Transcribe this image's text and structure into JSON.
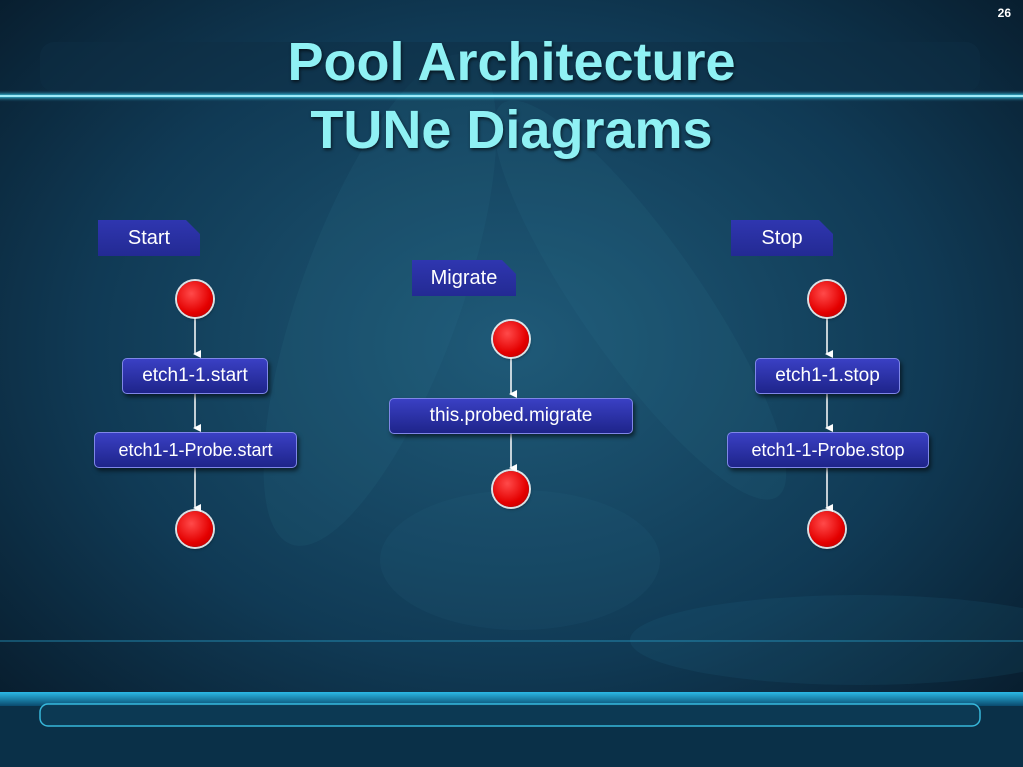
{
  "slide_number": "26",
  "title_line1": "Pool Architecture",
  "title_line2": "TUNe Diagrams",
  "diagrams": {
    "start": {
      "label": "Start",
      "steps": [
        "etch1-1.start",
        "etch1-1-Probe.start"
      ]
    },
    "migrate": {
      "label": "Migrate",
      "steps": [
        "this.probed.migrate"
      ]
    },
    "stop": {
      "label": "Stop",
      "steps": [
        "etch1-1.stop",
        "etch1-1-Probe.stop"
      ]
    }
  },
  "colors": {
    "title": "#8ff1f4",
    "node_fill": "#2a30a8",
    "initial_final_dot": "#e40000",
    "arrow": "#ffffff"
  }
}
